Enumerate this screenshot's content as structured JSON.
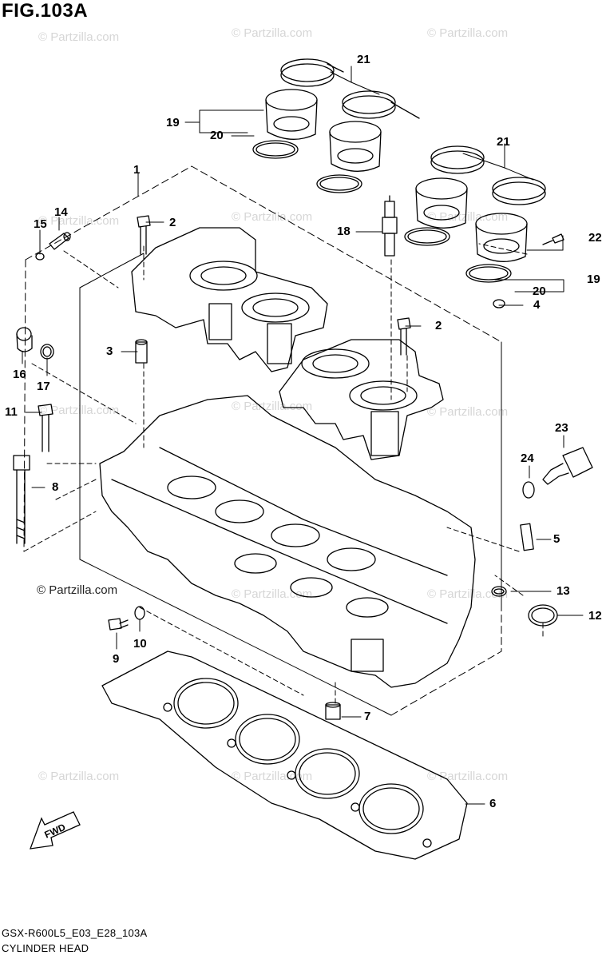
{
  "figure": {
    "title": "FIG.103A",
    "footer_code": "GSX-R600L5_E03_E28_103A",
    "footer_name": "CYLINDER HEAD",
    "fwd_label": "FWD"
  },
  "watermark": {
    "faint": "© Partzilla.com",
    "dark": "© Partzilla.com"
  },
  "callouts": [
    {
      "id": "c21a",
      "label": "21"
    },
    {
      "id": "c19a",
      "label": "19"
    },
    {
      "id": "c20a",
      "label": "20"
    },
    {
      "id": "c21b",
      "label": "21"
    },
    {
      "id": "c1",
      "label": "1"
    },
    {
      "id": "c14",
      "label": "14"
    },
    {
      "id": "c15",
      "label": "15"
    },
    {
      "id": "c2a",
      "label": "2"
    },
    {
      "id": "c18",
      "label": "18"
    },
    {
      "id": "c22",
      "label": "22"
    },
    {
      "id": "c19b",
      "label": "19"
    },
    {
      "id": "c20b",
      "label": "20"
    },
    {
      "id": "c4",
      "label": "4"
    },
    {
      "id": "c2b",
      "label": "2"
    },
    {
      "id": "c3",
      "label": "3"
    },
    {
      "id": "c16",
      "label": "16"
    },
    {
      "id": "c17",
      "label": "17"
    },
    {
      "id": "c11",
      "label": "11"
    },
    {
      "id": "c23",
      "label": "23"
    },
    {
      "id": "c24",
      "label": "24"
    },
    {
      "id": "c8",
      "label": "8"
    },
    {
      "id": "c5",
      "label": "5"
    },
    {
      "id": "c13",
      "label": "13"
    },
    {
      "id": "c12",
      "label": "12"
    },
    {
      "id": "c10",
      "label": "10"
    },
    {
      "id": "c9",
      "label": "9"
    },
    {
      "id": "c7",
      "label": "7"
    },
    {
      "id": "c6",
      "label": "6"
    }
  ]
}
